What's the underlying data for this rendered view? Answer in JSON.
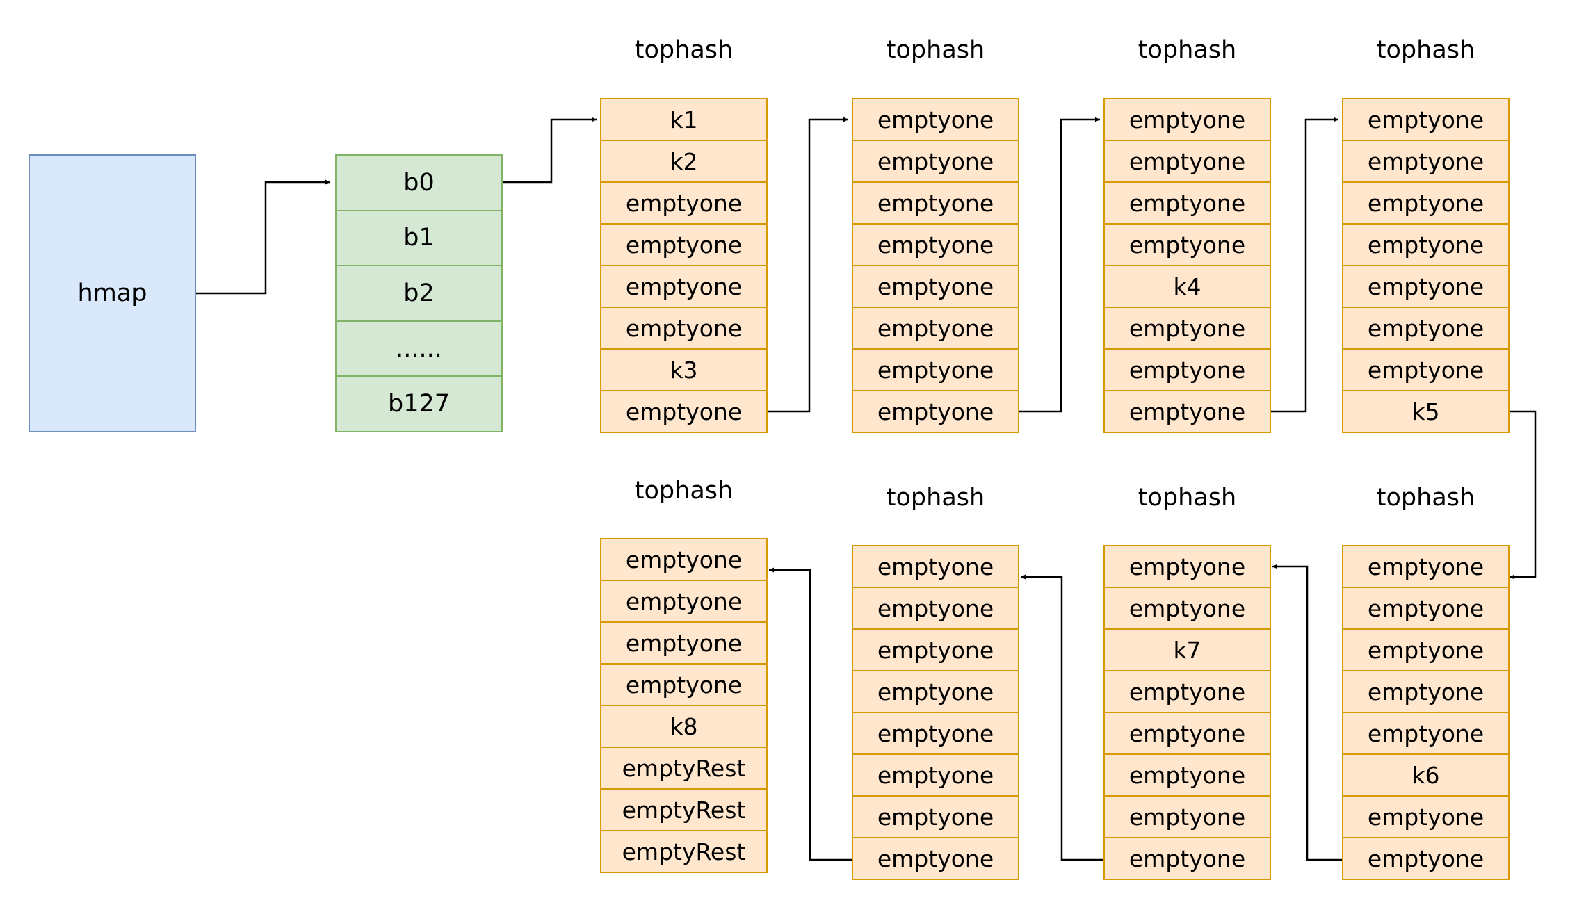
{
  "hmap": {
    "label": "hmap"
  },
  "bucket_array": [
    "b0",
    "b1",
    "b2",
    "......",
    "b127"
  ],
  "chains": [
    {
      "title": "tophash",
      "slots": [
        "k1",
        "k2",
        "emptyone",
        "emptyone",
        "emptyone",
        "emptyone",
        "k3",
        "emptyone"
      ]
    },
    {
      "title": "tophash",
      "slots": [
        "emptyone",
        "emptyone",
        "emptyone",
        "emptyone",
        "emptyone",
        "emptyone",
        "emptyone",
        "emptyone"
      ]
    },
    {
      "title": "tophash",
      "slots": [
        "emptyone",
        "emptyone",
        "emptyone",
        "emptyone",
        "k4",
        "emptyone",
        "emptyone",
        "emptyone"
      ]
    },
    {
      "title": "tophash",
      "slots": [
        "emptyone",
        "emptyone",
        "emptyone",
        "emptyone",
        "emptyone",
        "emptyone",
        "emptyone",
        "k5"
      ]
    },
    {
      "title": "tophash",
      "slots": [
        "emptyone",
        "emptyone",
        "emptyone",
        "emptyone",
        "emptyone",
        "k6",
        "emptyone",
        "emptyone"
      ]
    },
    {
      "title": "tophash",
      "slots": [
        "emptyone",
        "emptyone",
        "k7",
        "emptyone",
        "emptyone",
        "emptyone",
        "emptyone",
        "emptyone"
      ]
    },
    {
      "title": "tophash",
      "slots": [
        "emptyone",
        "emptyone",
        "emptyone",
        "emptyone",
        "emptyone",
        "emptyone",
        "emptyone",
        "emptyone"
      ]
    },
    {
      "title": "tophash",
      "slots": [
        "emptyone",
        "emptyone",
        "emptyone",
        "emptyone",
        "k8",
        "emptyRest",
        "emptyRest",
        "emptyRest"
      ]
    }
  ]
}
